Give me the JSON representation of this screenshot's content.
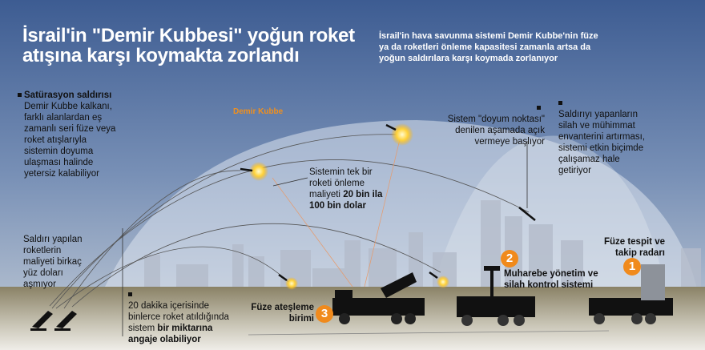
{
  "title": {
    "line1": "İsrail'in \"Demir Kubbesi\" yoğun roket",
    "line2": "atışına karşı koymakta zorlandı"
  },
  "subtitle": {
    "line1": "İsrail'in hava savunma sistemi Demir Kubbe'nin füze",
    "line2": "ya da roketleri önleme kapasitesi zamanla artsa da",
    "line3": "yoğun saldırılara karşı koymada zorlanıyor"
  },
  "dome_label": "Demir Kubbe",
  "saturation": {
    "heading": "Satürasyon saldırısı",
    "lines": [
      "Demir Kubbe kalkanı,",
      "farklı alanlardan eş",
      "zamanlı seri füze veya",
      "roket atışlarıyla",
      "sistemin doyuma",
      "ulaşması halinde",
      "yetersiz kalabiliyor"
    ]
  },
  "cost_interceptor": {
    "lines": [
      "Sistemin tek bir",
      "roketi önleme",
      "maliyeti "
    ],
    "bold1": "20 bin ila",
    "bold2": "100 bin dolar"
  },
  "saturation_point": {
    "lines": [
      "Sistem \"doyum noktası\"",
      "denilen aşamada açık",
      "vermeye başlıyor"
    ]
  },
  "attackers": {
    "lines": [
      "Saldırıyı yapanların",
      "silah ve mühimmat",
      "envanterini artırması,",
      "sistemi etkin biçimde",
      "çalışamaz hale",
      "getiriyor"
    ]
  },
  "rocket_cost": {
    "lines": [
      "Saldırı yapılan",
      "roketlerin",
      "maliyeti birkaç",
      "yüz doları",
      "aşmıyor"
    ]
  },
  "twenty_min": {
    "line1": "20 dakika içerisinde",
    "line2": "binlerce roket atıldığında",
    "line3_plain": "sistem ",
    "line3_bold": "bir miktarına",
    "line4_bold": "angaje olabiliyor"
  },
  "components": [
    {
      "num": "1",
      "line1": "Füze tespit ve",
      "line2": "takip radarı"
    },
    {
      "num": "2",
      "line1": "Muharebe yönetim ve",
      "line2": "silah kontrol sistemi"
    },
    {
      "num": "3",
      "line1": "Füze ateşleme",
      "line2": "birimi"
    }
  ],
  "colors": {
    "accent": "#f08a1c",
    "sky_top": "#3f5e94",
    "ground": "#8c8468"
  }
}
